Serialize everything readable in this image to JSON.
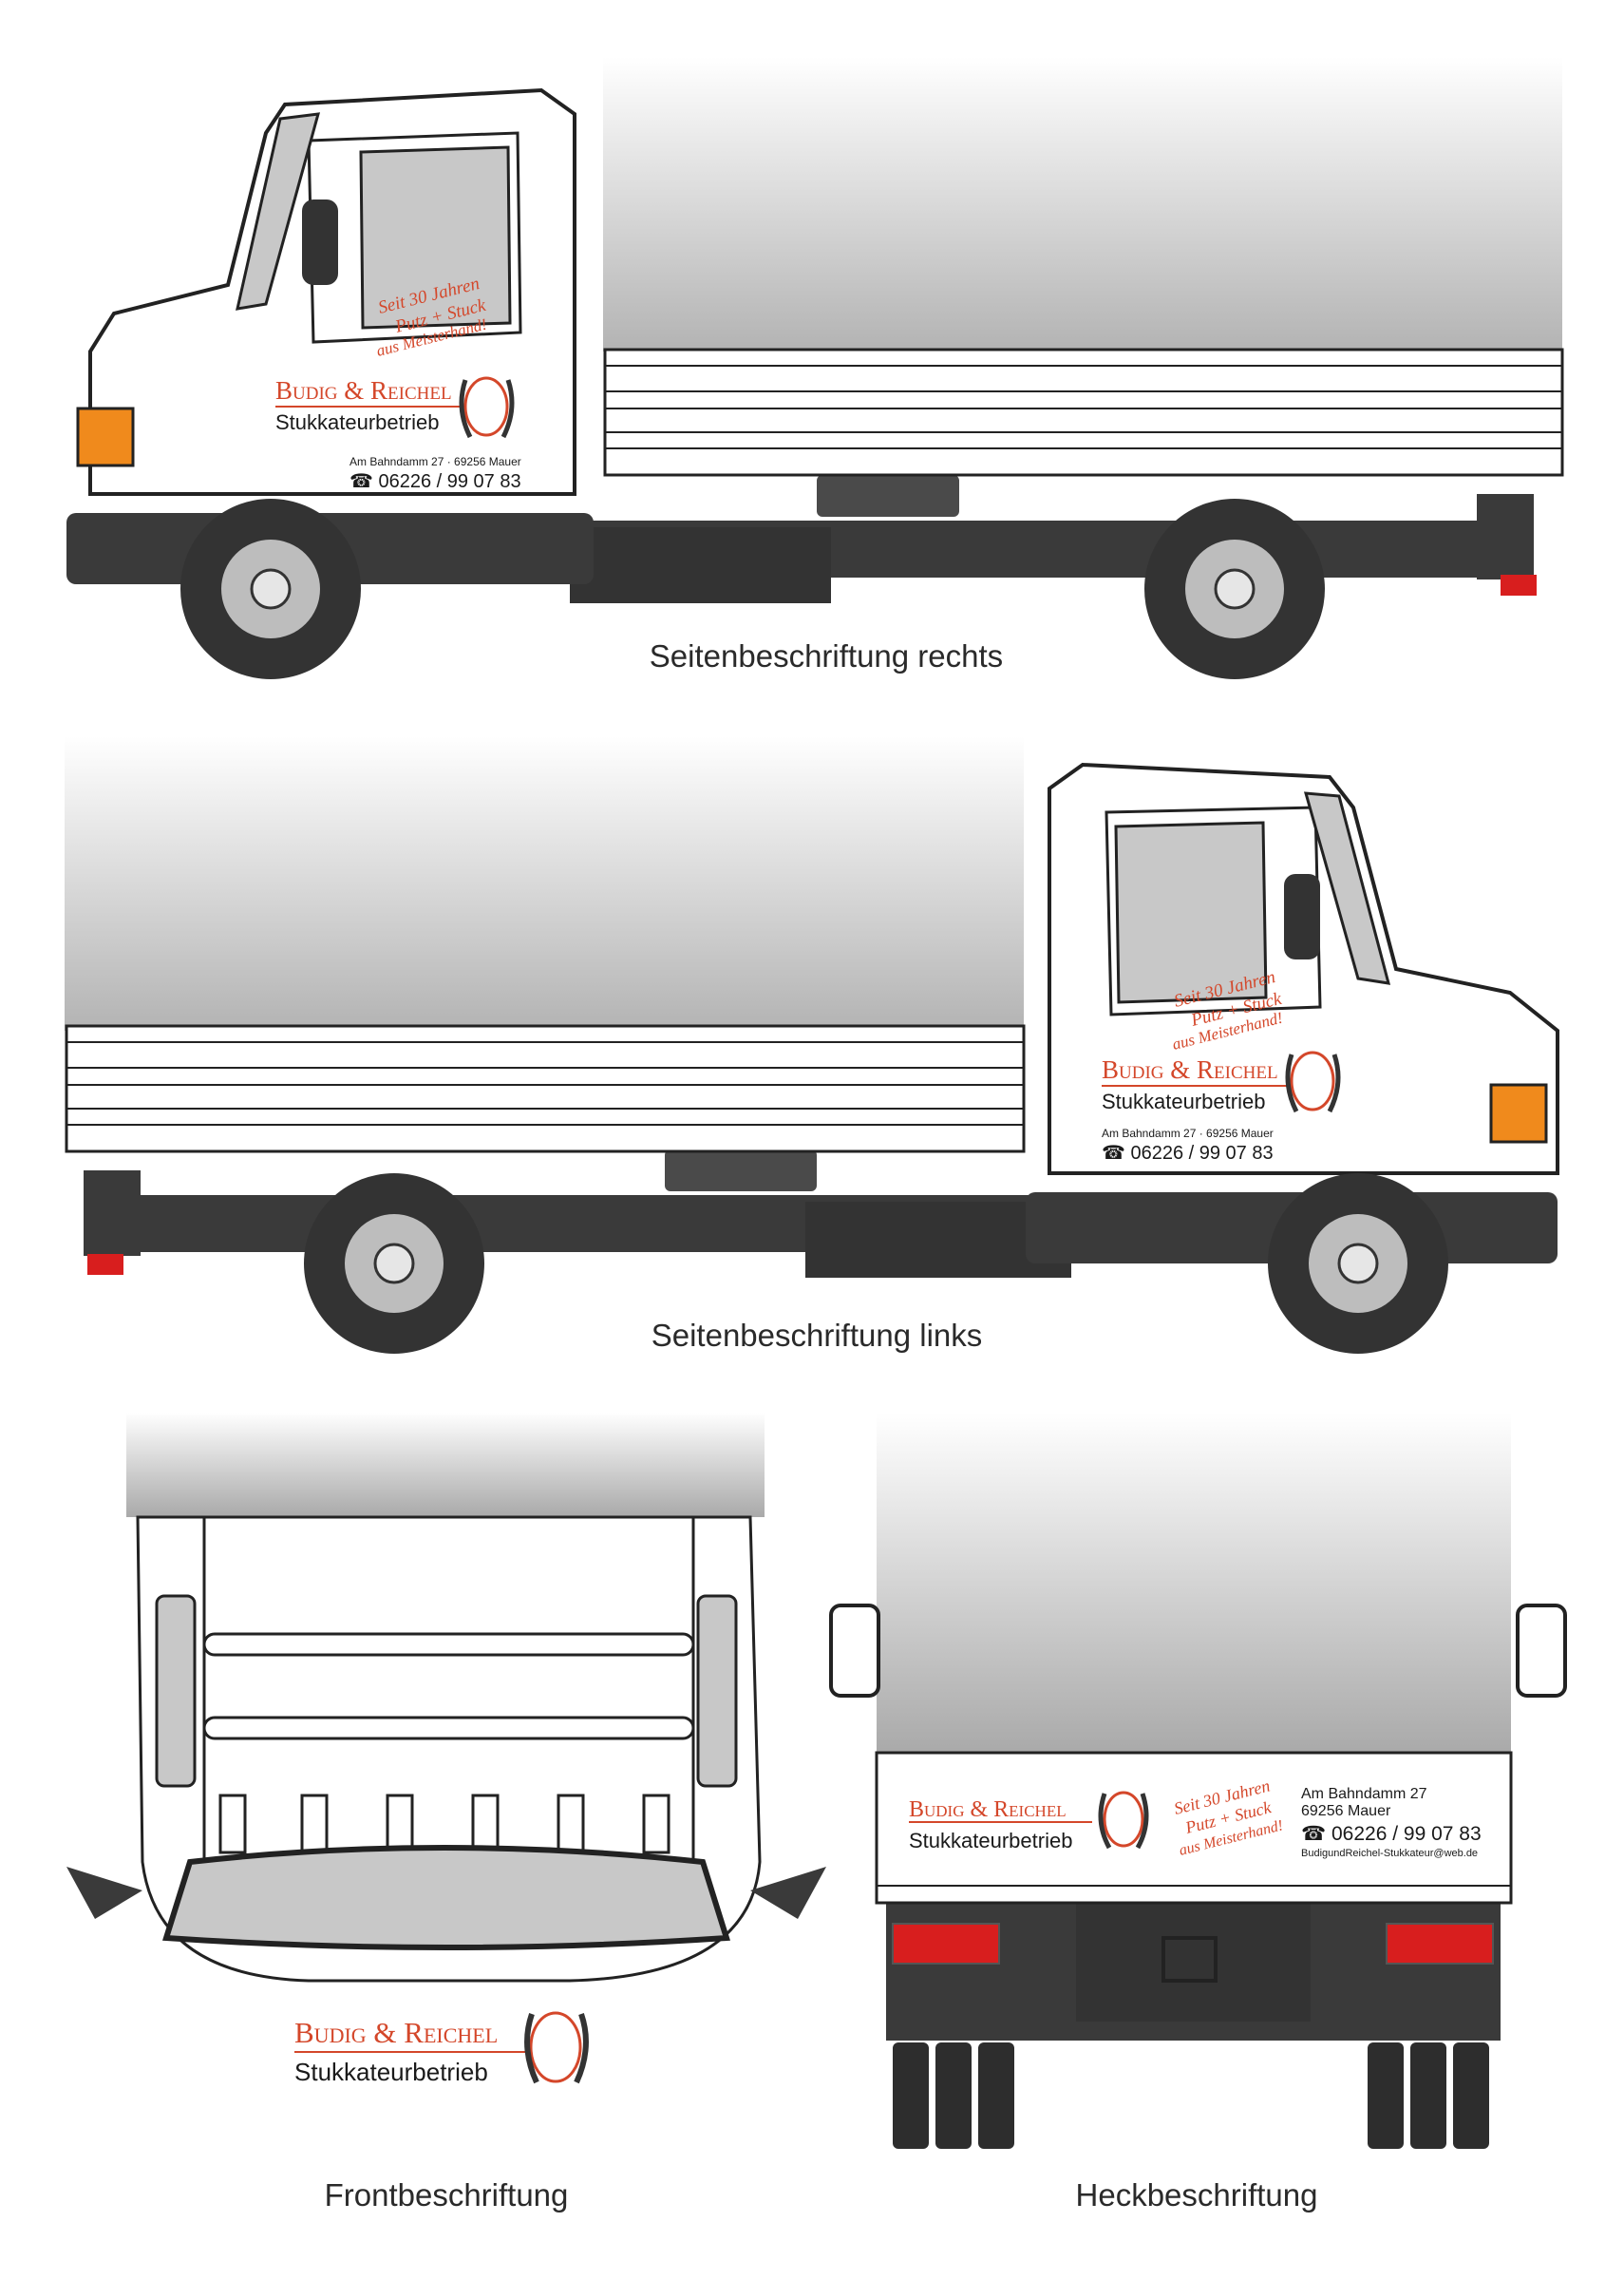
{
  "captions": {
    "right": "Seitenbeschriftung rechts",
    "left": "Seitenbeschriftung links",
    "front": "Frontbeschriftung",
    "rear": "Heckbeschriftung"
  },
  "branding": {
    "company": "Budig & Reichel",
    "trade": "Stukkateurbetrieb",
    "slogan_1": "Seit 30 Jahren",
    "slogan_2": "Putz + Stuck",
    "slogan_3": "aus Meisterhand!",
    "address_line": "Am Bahndamm 27 · 69256 Mauer",
    "street": "Am Bahndamm 27",
    "city": "69256 Mauer",
    "phone": "☎ 06226 / 99 07 83",
    "email": "BudigundReichel-Stukkateur@web.de"
  },
  "colors": {
    "brand_red": "#d4472a",
    "chassis": "#3a3a3a",
    "tarp_top": "#ffffff",
    "tarp_bottom": "#b9b9b9",
    "indicator": "#f08a1c",
    "tail_light": "#d81e1e"
  }
}
